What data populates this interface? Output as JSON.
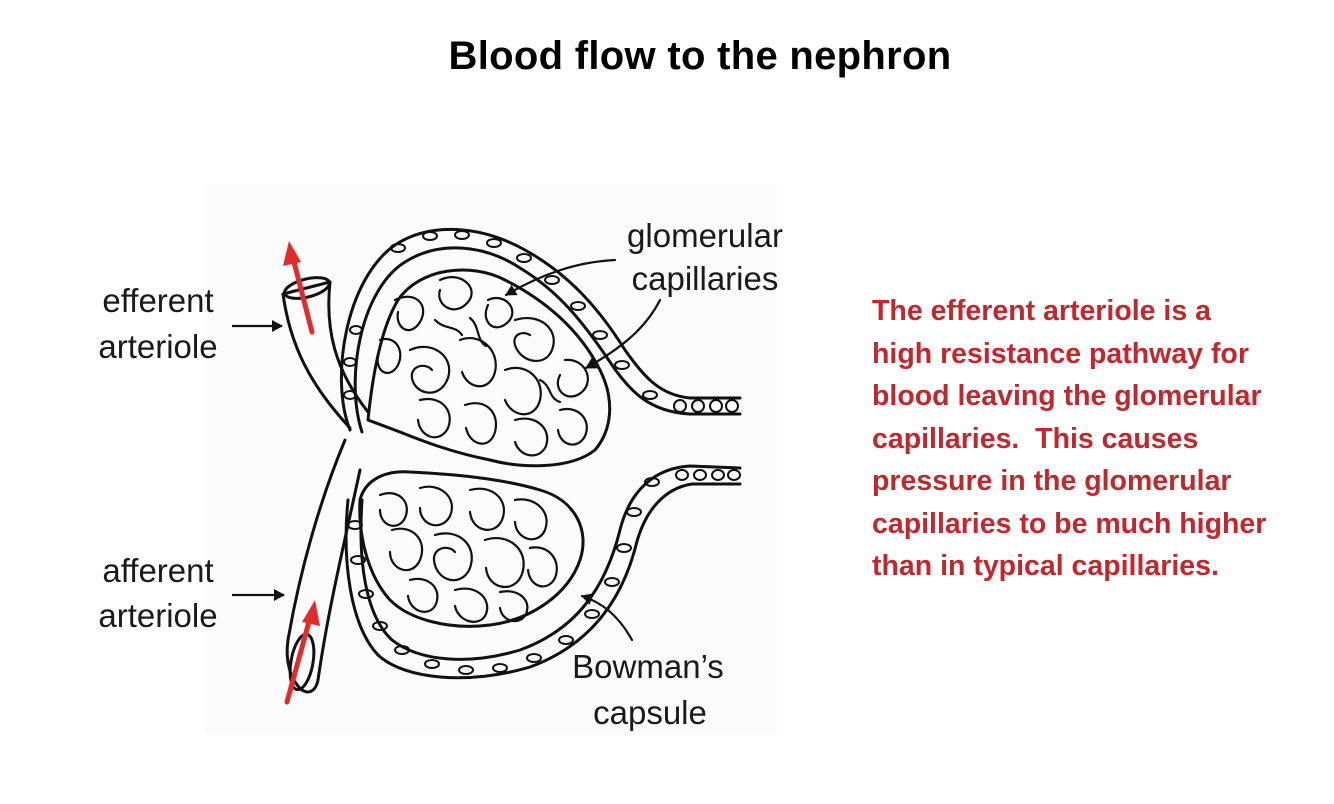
{
  "title": "Blood flow to the nephron",
  "labels": {
    "glomerular_capillaries": [
      "glomerular",
      "capillaries"
    ],
    "efferent_arteriole": [
      "efferent",
      "arteriole"
    ],
    "afferent_arteriole": [
      "afferent",
      "arteriole"
    ],
    "bowmans_capsule": [
      "Bowman’s",
      "capsule"
    ]
  },
  "explanation": [
    "The efferent arteriole is a",
    "high resistance pathway for",
    "blood leaving the glomerular",
    "capillaries.  This causes",
    "pressure in the glomerular",
    "capillaries to be much higher",
    "than in typical capillaries."
  ],
  "colors": {
    "explanation_text": "#c2272d",
    "flow_arrow": "#e32b2b",
    "ink": "#111111"
  }
}
